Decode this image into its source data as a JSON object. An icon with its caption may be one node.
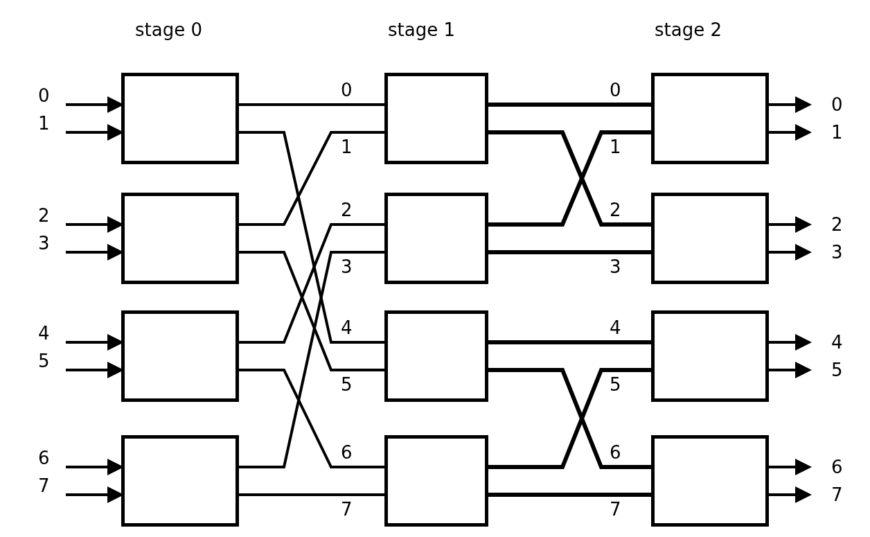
{
  "diagram": {
    "nodes": [
      {
        "text": [],
        "shape": "box"
      },
      {
        "text": [],
        "shape": "box"
      },
      {
        "text": [],
        "shape": "box"
      },
      {
        "text": [],
        "shape": "box"
      },
      {
        "text": [],
        "shape": "box"
      },
      {
        "text": [],
        "shape": "box"
      },
      {
        "text": [],
        "shape": "box"
      },
      {
        "text": [],
        "shape": "box"
      },
      {
        "text": [],
        "shape": "box"
      },
      {
        "text": [],
        "shape": "box"
      },
      {
        "text": [],
        "shape": "box"
      },
      {
        "text": [],
        "shape": "box"
      }
    ],
    "edges": [
      {
        "from": null,
        "to": 0,
        "arrow": "to"
      },
      {
        "from": null,
        "to": 0,
        "arrow": "to"
      },
      {
        "from": null,
        "to": 1,
        "arrow": "to"
      },
      {
        "from": null,
        "to": 1,
        "arrow": "to"
      },
      {
        "from": null,
        "to": 2,
        "arrow": "to"
      },
      {
        "from": null,
        "to": 2,
        "arrow": "to"
      },
      {
        "from": null,
        "to": 3,
        "arrow": "to"
      },
      {
        "from": null,
        "to": 3,
        "arrow": "to"
      },
      {
        "from": 0,
        "to": 4,
        "arrow": "none"
      },
      {
        "from": 0,
        "to": 6,
        "arrow": "none"
      },
      {
        "from": 1,
        "to": 4,
        "arrow": "none"
      },
      {
        "from": 1,
        "to": 6,
        "arrow": "none"
      },
      {
        "from": 2,
        "to": 5,
        "arrow": "none"
      },
      {
        "from": 2,
        "to": 7,
        "arrow": "none"
      },
      {
        "from": 3,
        "to": 5,
        "arrow": "none"
      },
      {
        "from": 3,
        "to": 7,
        "arrow": "none"
      },
      {
        "from": 4,
        "to": 8,
        "arrow": "none"
      },
      {
        "from": 4,
        "to": 9,
        "arrow": "none"
      },
      {
        "from": 5,
        "to": 8,
        "arrow": "none"
      },
      {
        "from": 5,
        "to": 9,
        "arrow": "none"
      },
      {
        "from": 6,
        "to": 10,
        "arrow": "none"
      },
      {
        "from": 6,
        "to": 11,
        "arrow": "none"
      },
      {
        "from": 7,
        "to": 10,
        "arrow": "none"
      },
      {
        "from": 7,
        "to": 11,
        "arrow": "none"
      },
      {
        "from": 8,
        "to": null,
        "arrow": "to"
      },
      {
        "from": 8,
        "to": null,
        "arrow": "to"
      },
      {
        "from": 9,
        "to": null,
        "arrow": "to"
      },
      {
        "from": 9,
        "to": null,
        "arrow": "to"
      },
      {
        "from": 10,
        "to": null,
        "arrow": "to"
      },
      {
        "from": 10,
        "to": null,
        "arrow": "to"
      },
      {
        "from": 11,
        "to": null,
        "arrow": "to"
      },
      {
        "from": 11,
        "to": null,
        "arrow": "to"
      }
    ],
    "labels": [
      "stage 0",
      "stage 1",
      "stage 2",
      "0",
      "1",
      "2",
      "3",
      "4",
      "5",
      "6",
      "7",
      "0",
      "1",
      "2",
      "3",
      "4",
      "5",
      "6",
      "7",
      "0",
      "1",
      "2",
      "3",
      "4",
      "5",
      "6",
      "7",
      "0",
      "1",
      "2",
      "3",
      "4",
      "5",
      "6",
      "7"
    ]
  }
}
